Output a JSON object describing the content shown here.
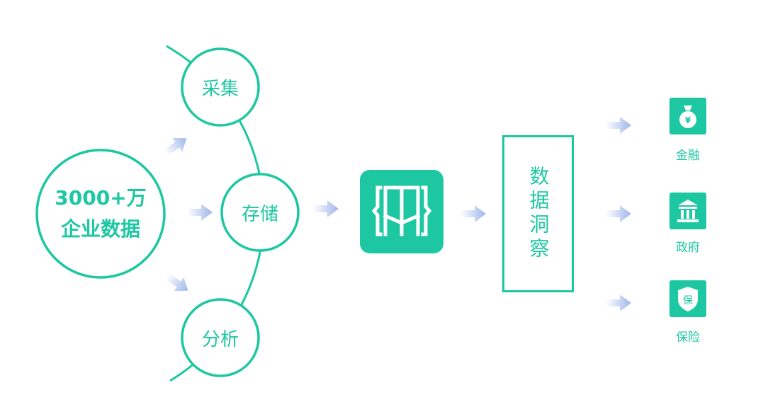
{
  "colors": {
    "accent": "#1cc7a2",
    "arrow": "#9fb6ea"
  },
  "source": {
    "line1": "3000+万",
    "line2": "企业数据"
  },
  "stages": [
    {
      "label": "采集"
    },
    {
      "label": "存储"
    },
    {
      "label": "分析"
    }
  ],
  "logo": {
    "icon": "brace-m-logo-icon"
  },
  "insight": {
    "label": "数据洞察"
  },
  "outputs": [
    {
      "label": "金融",
      "icon": "money-bag-icon",
      "glyph": "¥"
    },
    {
      "label": "政府",
      "icon": "government-building-icon"
    },
    {
      "label": "保险",
      "icon": "shield-icon",
      "glyph": "保"
    }
  ]
}
